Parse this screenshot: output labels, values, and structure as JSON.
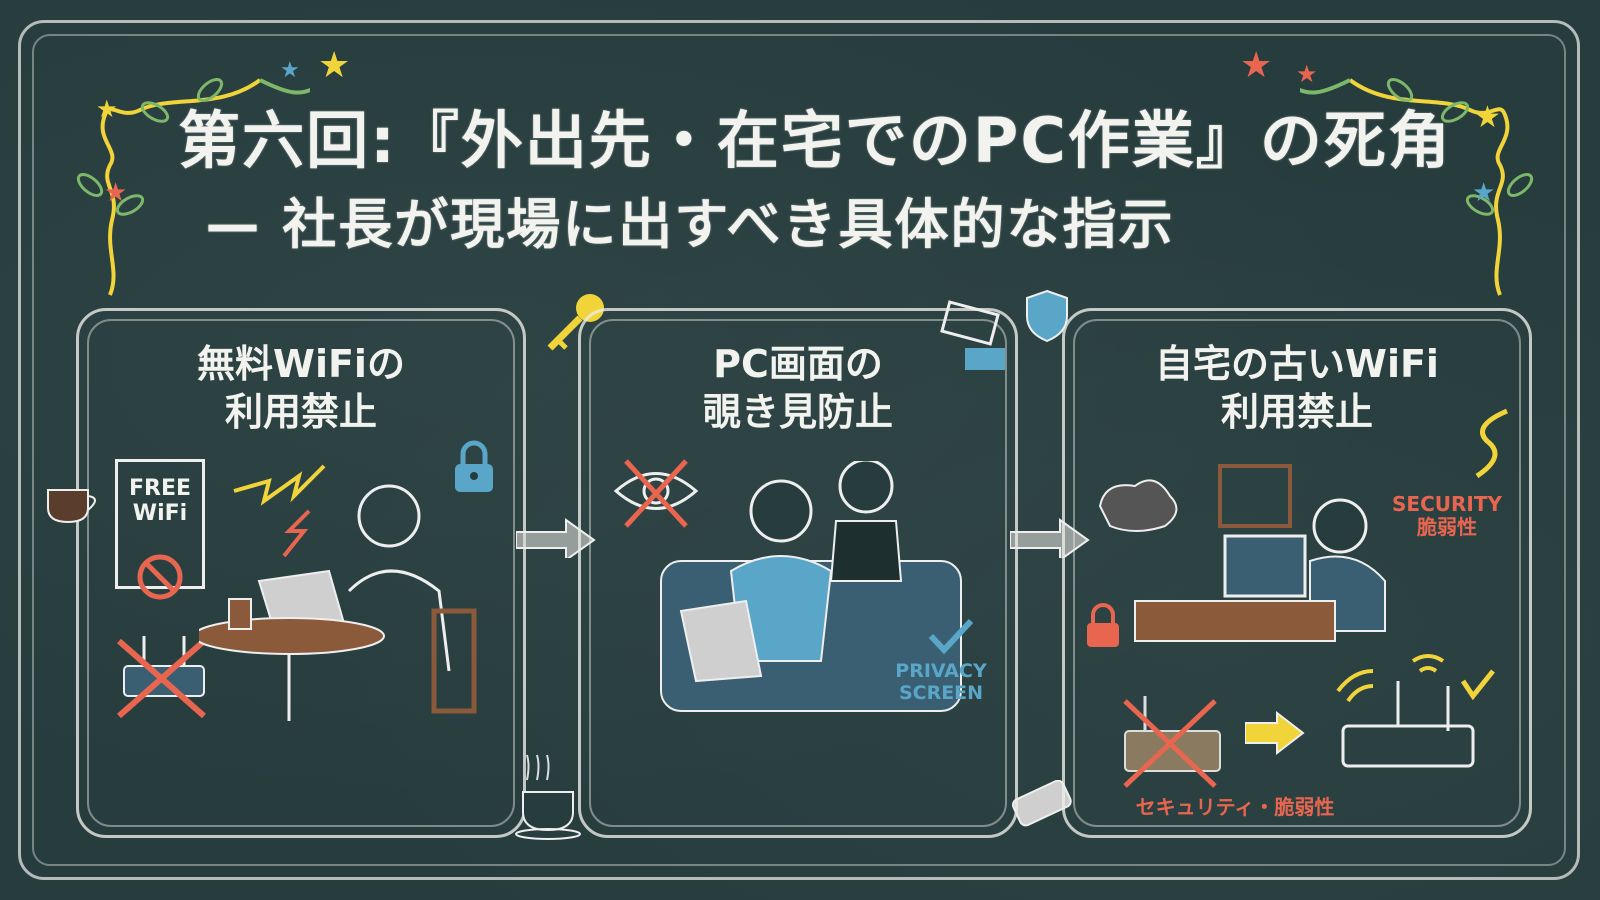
{
  "title": {
    "line1": "第六回:『外出先・在宅でのPC作業』の死角",
    "line2": "— 社長が現場に出すべき具体的な指示"
  },
  "panels": [
    {
      "title_line1": "無料WiFiの",
      "title_line2": "利用禁止",
      "sign_line1": "FREE",
      "sign_line2": "WiFi"
    },
    {
      "title_line1": "PC画面の",
      "title_line2": "覗き見防止",
      "badge_line1": "PRIVACY",
      "badge_line2": "SCREEN"
    },
    {
      "title_line1": "自宅の古いWiFi",
      "title_line2": "利用禁止",
      "warning_line1": "SECURITY",
      "warning_line2": "脆弱性",
      "footer_label": "セキュリティ・脆弱性"
    }
  ],
  "colors": {
    "background": "#263c3d",
    "chalk_white": "#f2f2ee",
    "chalk_red": "#e8664f",
    "chalk_yellow": "#f0d43a",
    "chalk_blue": "#5aa6c8",
    "chalk_green": "#7db86a",
    "chalk_brown": "#8a5a3a"
  }
}
